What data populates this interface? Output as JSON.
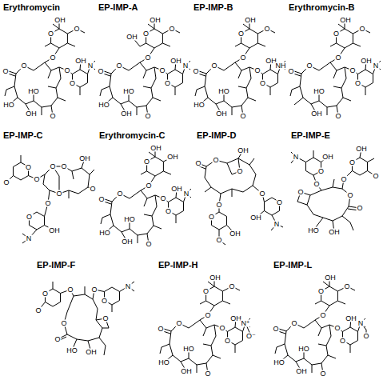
{
  "diagram": {
    "labels": [
      "Erythromycin",
      "OH",
      "O",
      "O",
      "O",
      "O",
      "O",
      "O",
      "OH",
      "N",
      "O",
      "HO",
      "HO",
      "OH",
      "O",
      "EP-IMP-A",
      "OH",
      "OH",
      "O",
      "O",
      "O",
      "O",
      "O",
      "O",
      "OH",
      "N",
      "O",
      "HO",
      "HO",
      "OH",
      "O",
      "EP-IMP-B",
      "OH",
      "O",
      "O",
      "O",
      "O",
      "O",
      "O",
      "OH",
      "NH",
      "O",
      "HO",
      "HO",
      "OH",
      "O",
      "Erythromycin-B",
      "OH",
      "O",
      "O",
      "O",
      "O",
      "O",
      "O",
      "OH",
      "N",
      "O",
      "HO",
      "OH",
      "O",
      "EP-IMP-C",
      "O",
      "O",
      "O",
      "O",
      "O",
      "OH",
      "O",
      "O",
      "O",
      "O",
      "N",
      "OH",
      "Erythromycin-C",
      "OH",
      "OH",
      "O",
      "O",
      "O",
      "O",
      "O",
      "OH",
      "N",
      "O",
      "HO",
      "HO",
      "OH",
      "O",
      "EP-IMP-D",
      "O",
      "O",
      "O",
      "OH",
      "O",
      "O",
      "O",
      "O",
      "O",
      "N",
      "OH",
      "OH",
      "EP-IMP-E",
      "N",
      "OH",
      "O",
      "O",
      "OH",
      "O",
      "O",
      "O",
      "O",
      "O",
      "O",
      "OH",
      "HO",
      "EP-IMP-F",
      "O",
      "O",
      "O",
      "O",
      "O",
      "N",
      "O",
      "O",
      "O",
      "HO",
      "OH",
      "EP-IMP-H",
      "OH",
      "O",
      "O",
      "O",
      "O",
      "O",
      "O",
      "OH",
      "N⁺",
      "O⁻",
      "O",
      "HO",
      "HO",
      "OH",
      "O",
      "EP-IMP-L",
      "OH",
      "O",
      "O",
      "O",
      "O",
      "O",
      "O",
      "OH",
      "N",
      "O",
      "O",
      "HO",
      "HO",
      "OH",
      "O"
    ]
  }
}
